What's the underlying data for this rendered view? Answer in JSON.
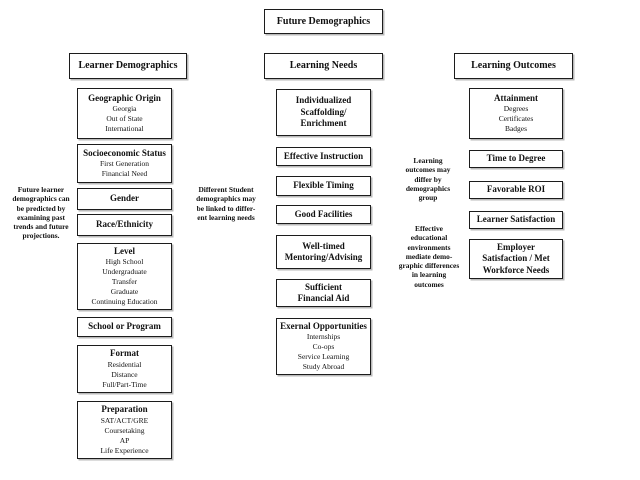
{
  "top_box": {
    "label": "Future Demographics"
  },
  "columns": {
    "demographics": {
      "header": "Learner Demographics",
      "boxes": [
        {
          "title_lines": [
            "Geographic Origin"
          ],
          "items": [
            "Georgia",
            "Out of State",
            "International"
          ]
        },
        {
          "title_lines": [
            "Socioeconomic Status"
          ],
          "items": [
            "First Generation",
            "Financial Need"
          ]
        },
        {
          "title_lines": [
            "Gender"
          ],
          "items": []
        },
        {
          "title_lines": [
            "Race/Ethnicity"
          ],
          "items": []
        },
        {
          "title_lines": [
            "Level"
          ],
          "items": [
            "High School",
            "Undergraduate",
            "Transfer",
            "Graduate",
            "Continuing Education"
          ]
        },
        {
          "title_lines": [
            "School or Program"
          ],
          "items": []
        },
        {
          "title_lines": [
            "Format"
          ],
          "items": [
            "Residential",
            "Distance",
            "Full/Part-Time"
          ]
        },
        {
          "title_lines": [
            "Preparation"
          ],
          "items": [
            "SAT/ACT/GRE",
            "Coursetaking",
            "AP",
            "Life Experience"
          ]
        }
      ]
    },
    "needs": {
      "header": "Learning Needs",
      "boxes": [
        {
          "title_lines": [
            "Individualized",
            "Scaffolding/",
            "Enrichment"
          ],
          "items": []
        },
        {
          "title_lines": [
            "Effective Instruction"
          ],
          "items": []
        },
        {
          "title_lines": [
            "Flexible Timing"
          ],
          "items": []
        },
        {
          "title_lines": [
            "Good Facilities"
          ],
          "items": []
        },
        {
          "title_lines": [
            "Well-timed",
            "Mentoring/Advising"
          ],
          "items": []
        },
        {
          "title_lines": [
            "Sufficient",
            "Financial Aid"
          ],
          "items": []
        },
        {
          "title_lines": [
            "Exernal Opportunities"
          ],
          "items": [
            "Internships",
            "Co-ops",
            "Service Learning",
            "Study Abroad"
          ]
        }
      ]
    },
    "outcomes": {
      "header": "Learning Outcomes",
      "boxes": [
        {
          "title_lines": [
            "Attainment"
          ],
          "items": [
            "Degrees",
            "Certificates",
            "Badges"
          ]
        },
        {
          "title_lines": [
            "Time to Degree"
          ],
          "items": []
        },
        {
          "title_lines": [
            "Favorable ROI"
          ],
          "items": []
        },
        {
          "title_lines": [
            "Learner Satisfaction"
          ],
          "items": []
        },
        {
          "title_lines": [
            "Employer",
            "Satisfaction / Met",
            "Workforce Needs"
          ],
          "items": []
        }
      ]
    }
  },
  "annotations": {
    "left": {
      "lines": [
        "Future learner",
        "demographics can",
        "be predicted by",
        "examining past",
        "trends and future",
        "projections."
      ]
    },
    "demo_to_needs": {
      "lines": [
        "Different Student",
        "demographics may",
        "be linked to differ-",
        "ent learning needs"
      ]
    },
    "outcomes_differ": {
      "lines": [
        "Learning",
        "outcomes may",
        "differ by",
        "demographics",
        "group"
      ]
    },
    "environments_mediate": {
      "lines": [
        "Effective",
        "educational",
        "environments",
        "mediate demo-",
        "graphic differences",
        "in learning",
        "outcomes"
      ]
    }
  }
}
